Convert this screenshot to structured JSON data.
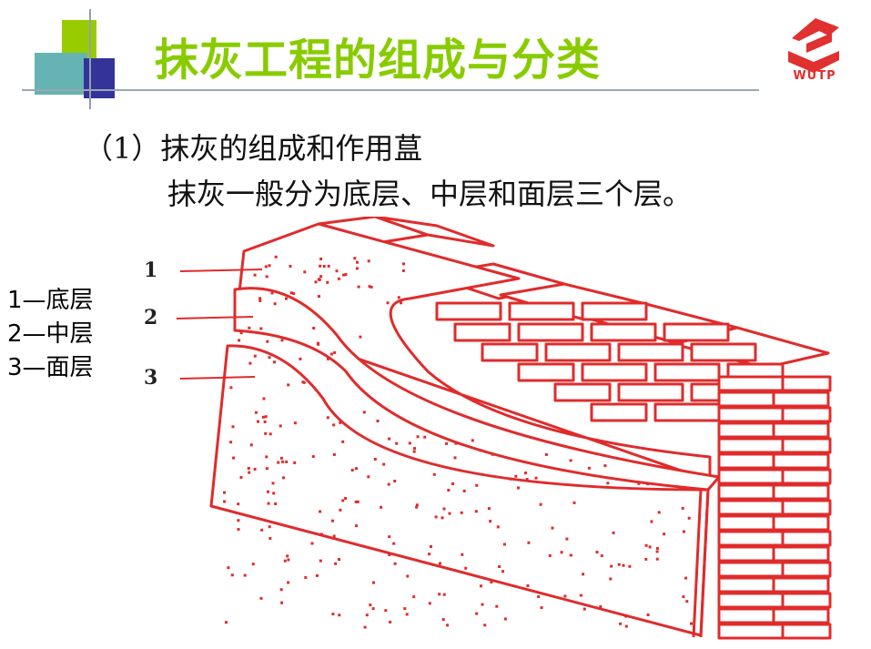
{
  "header": {
    "title": "抹灰工程的组成与分类",
    "logo_text": "WUTP"
  },
  "content": {
    "subheading": "（1）抹灰的组成和作用蒀",
    "body": "抹灰一般分为底层、中层和面层三个层。"
  },
  "legend": {
    "items": [
      {
        "label": "1—底层"
      },
      {
        "label": "2—中层"
      },
      {
        "label": "3—面层"
      }
    ]
  },
  "diagram": {
    "callouts": [
      "1",
      "2",
      "3"
    ],
    "stroke_color": "#e02b2b"
  },
  "colors": {
    "title": "#88cc00",
    "accent_green": "#99cc00",
    "accent_teal": "#66b3b3",
    "accent_navy": "#33339a",
    "diagram_red": "#e02b2b"
  }
}
